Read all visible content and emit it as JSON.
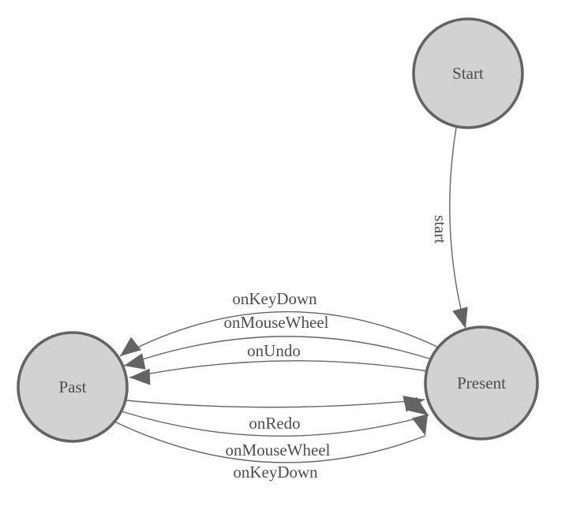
{
  "colors": {
    "background": "#ffffff",
    "node_fill": "#d2d2d2",
    "node_stroke": "#646464",
    "edge_color": "#646464",
    "label_color": "#4d4d4d"
  },
  "nodes": [
    {
      "id": "start",
      "label": "Start"
    },
    {
      "id": "present",
      "label": "Present"
    },
    {
      "id": "past",
      "label": "Past"
    }
  ],
  "edges": [
    {
      "from": "start",
      "to": "present",
      "label": "start"
    },
    {
      "from": "present",
      "to": "past",
      "label": "onKeyDown"
    },
    {
      "from": "present",
      "to": "past",
      "label": "onMouseWheel"
    },
    {
      "from": "present",
      "to": "past",
      "label": "onUndo"
    },
    {
      "from": "past",
      "to": "present",
      "label": "onRedo"
    },
    {
      "from": "past",
      "to": "present",
      "label": "onMouseWheel"
    },
    {
      "from": "past",
      "to": "present",
      "label": "onKeyDown"
    }
  ]
}
